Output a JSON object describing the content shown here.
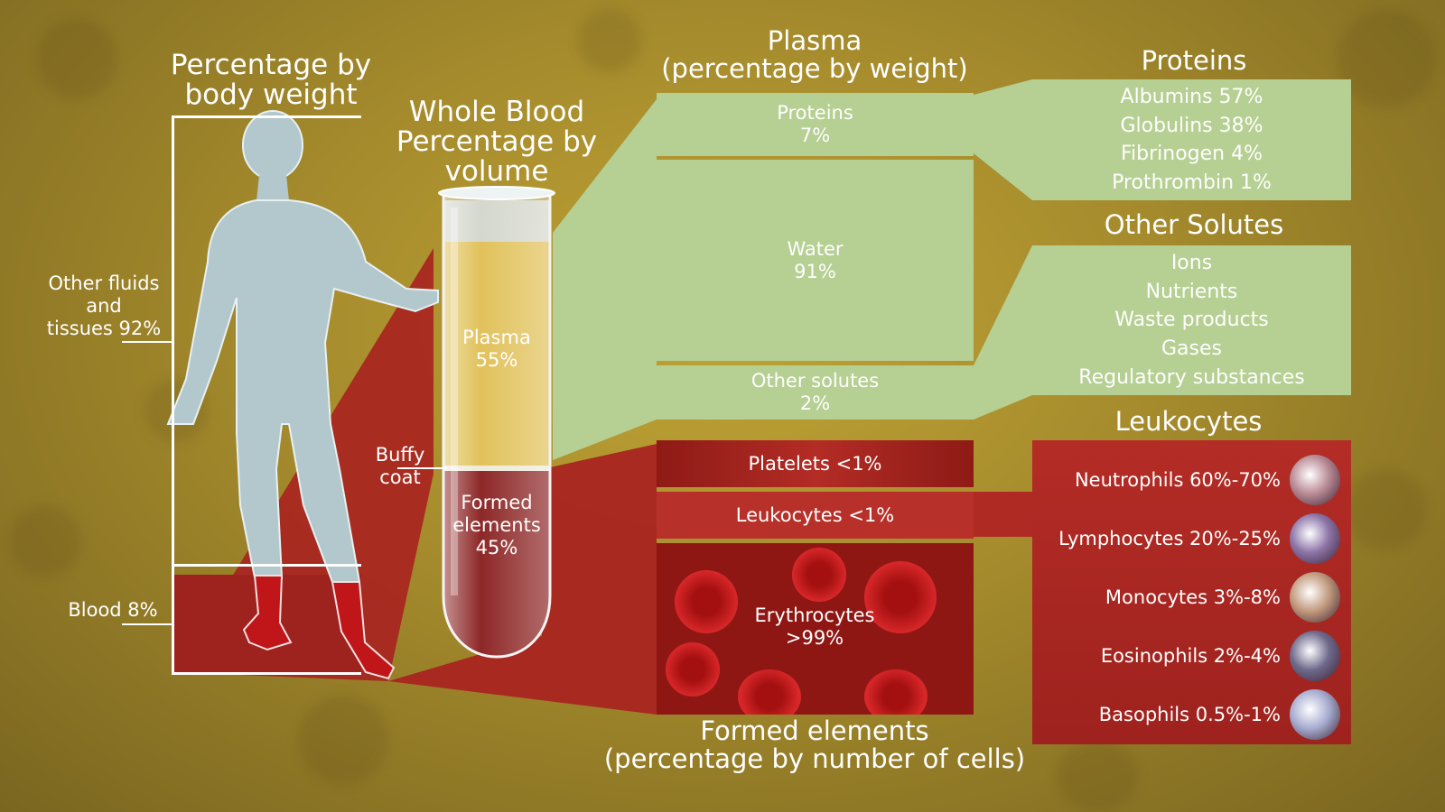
{
  "body_weight": {
    "title_line1": "Percentage by",
    "title_line2": "body weight",
    "other_line1": "Other fluids",
    "other_line2": "and",
    "other_line3": "tissues 92%",
    "blood_label": "Blood 8%"
  },
  "whole_blood": {
    "title_line1": "Whole Blood",
    "title_line2": "Percentage by",
    "title_line3": "volume",
    "plasma_line1": "Plasma",
    "plasma_line2": "55%",
    "buffy_line1": "Buffy",
    "buffy_line2": "coat",
    "formed_line1": "Formed",
    "formed_line2": "elements",
    "formed_line3": "45%"
  },
  "plasma": {
    "title_line1": "Plasma",
    "title_line2": "(percentage by weight)",
    "proteins_label": "Proteins",
    "proteins_value": "7%",
    "water_label": "Water",
    "water_value": "91%",
    "solutes_label": "Other solutes",
    "solutes_value": "2%"
  },
  "proteins": {
    "title": "Proteins",
    "items": [
      "Albumins 57%",
      "Globulins 38%",
      "Fibrinogen 4%",
      "Prothrombin 1%"
    ]
  },
  "other_solutes": {
    "title": "Other Solutes",
    "items": [
      "Ions",
      "Nutrients",
      "Waste products",
      "Gases",
      "Regulatory substances"
    ]
  },
  "formed": {
    "platelets": "Platelets <1%",
    "leukocytes": "Leukocytes <1%",
    "erythrocytes_line1": "Erythrocytes",
    "erythrocytes_line2": ">99%",
    "title_line1": "Formed elements",
    "title_line2": "(percentage by number of cells)"
  },
  "leukocytes": {
    "title": "Leukocytes",
    "items": [
      {
        "label": "Neutrophils 60%-70%",
        "icon": "neutrophil-icon",
        "color": "#b98a95"
      },
      {
        "label": "Lymphocytes 20%-25%",
        "icon": "lymphocyte-icon",
        "color": "#8c74a8"
      },
      {
        "label": "Monocytes 3%-8%",
        "icon": "monocyte-icon",
        "color": "#c29a7e"
      },
      {
        "label": "Eosinophils 2%-4%",
        "icon": "eosinophil-icon",
        "color": "#6f6a8c"
      },
      {
        "label": "Basophils 0.5%-1%",
        "icon": "basophil-icon",
        "color": "#a7acd0"
      }
    ]
  },
  "colors": {
    "plasma_green": "#b6cf92",
    "blood_red": "#b02a24",
    "plasma_yellow": "#d9b43a",
    "body": "#b2c8cc"
  }
}
